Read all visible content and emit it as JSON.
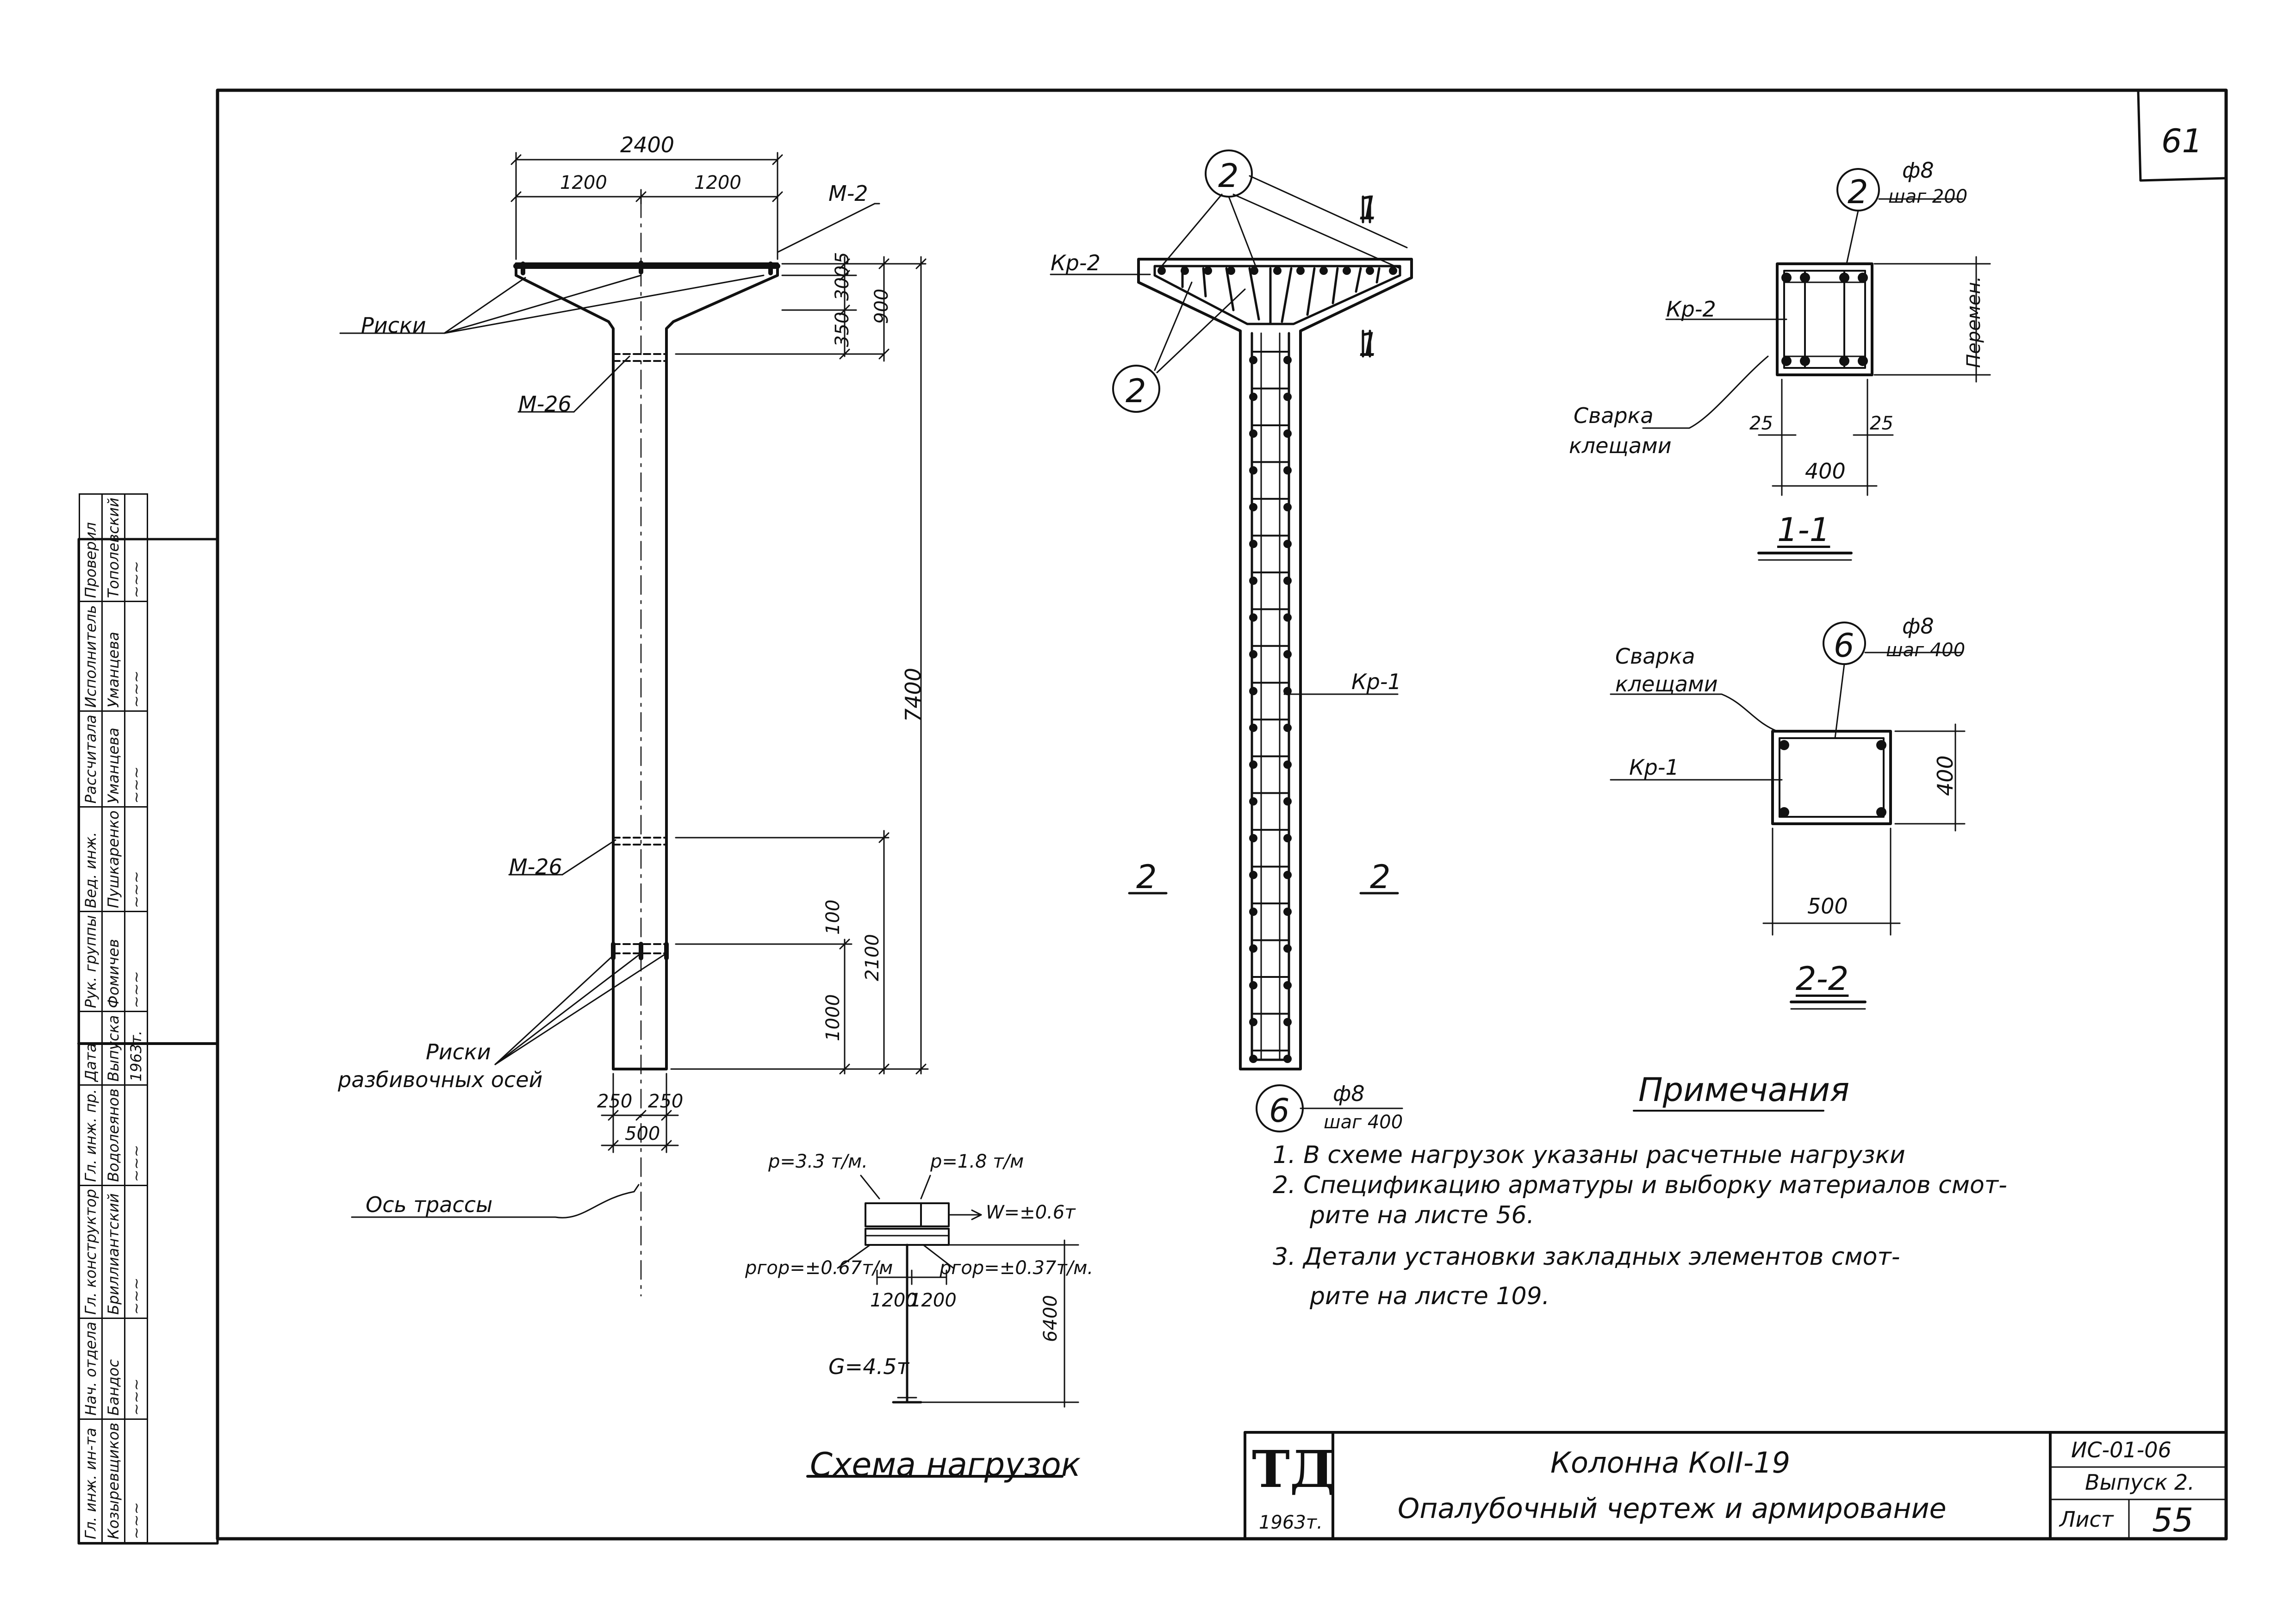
{
  "sheet": {
    "corner_number": "61",
    "title_block": {
      "logo": "ТД",
      "logo_year": "1963т.",
      "title_line1": "Колонна КоII-19",
      "title_line2": "Опалубочный чертеж и армирование",
      "doc_code": "ИС-01-06",
      "issue": "Выпуск 2.",
      "sheet_label": "Лист",
      "sheet_number": "55"
    }
  },
  "stamp": {
    "roles": [
      "Гл. инж. ин-та",
      "Нач. отдела",
      "Гл. конструктор",
      "Гл. инж. пр.",
      "Дата",
      "Рук. группы",
      "Вед. инж.",
      "Рассчитала",
      "Исполнитель",
      "Проверил"
    ],
    "names": [
      "Козыревщиков",
      "Бандос",
      "Бриллиантский",
      "Водолеянов",
      "Выпуска",
      "Фомичев",
      "Пушкаренко",
      "Уманцева",
      "Уманцева",
      "Тополевский"
    ],
    "date": "1963т."
  },
  "column_view": {
    "dims": {
      "width_total": "2400",
      "half_left": "1200",
      "half_right": "1200",
      "top_5": "5",
      "top_300": "300",
      "top_350": "350",
      "top_900": "900",
      "height_total": "7400",
      "low_100": "100",
      "low_2100": "2100",
      "low_1000": "1000",
      "bottom_250a": "250",
      "bottom_250b": "250",
      "bottom_500": "500"
    },
    "labels": {
      "m2": "М-2",
      "riski": "Риски",
      "m26_top": "М-26",
      "m26_bottom": "М-26",
      "riski_axes_1": "Риски",
      "riski_axes_2": "разбивочных осей",
      "axis_route": "Ось трассы"
    }
  },
  "reinforcement_view": {
    "kr2": "Кр-2",
    "kr1": "Кр-1",
    "bubble_2_top": "2",
    "bubble_2_left": "2",
    "bubble_6": "6",
    "bar_6_dia": "ф8",
    "bar_6_step": "шаг 400",
    "section_mark_top_1": "1",
    "section_mark_top_2": "1",
    "section_mark_side_left": "2",
    "section_mark_side_right": "2"
  },
  "section_1_1": {
    "bubble": "2",
    "dia": "ф8",
    "step": "шаг 200",
    "kr": "Кр-2",
    "weld_1": "Сварка",
    "weld_2": "клещами",
    "dim_25a": "25",
    "dim_25b": "25",
    "dim_400": "400",
    "dim_var": "Перемен.",
    "title": "1-1"
  },
  "section_2_2": {
    "bubble": "6",
    "dia": "ф8",
    "step": "шаг 400",
    "weld_1": "Сварка",
    "weld_2": "клещами",
    "kr": "Кр-1",
    "dim_400": "400",
    "dim_500": "500",
    "title": "2-2"
  },
  "load_scheme": {
    "p1": "р=3.3 т/м.",
    "p2": "р=1.8 т/м",
    "w": "W=±0.6т",
    "pr1": "ргор=±0.67т/м",
    "pr2": "ргор=±0.37т/м.",
    "d1200a": "1200",
    "d1200b": "1200",
    "d6400": "6400",
    "g": "G=4.5т",
    "title": "Схема нагрузок"
  },
  "notes": {
    "heading": "Примечания",
    "line1": "1. В схеме нагрузок указаны расчетные нагрузки",
    "line2": "2. Спецификацию арматуры и выборку материалов смот-",
    "line3": "рите на листе 56.",
    "line4": "3. Детали установки закладных элементов смот-",
    "line5": "рите на листе 109."
  }
}
